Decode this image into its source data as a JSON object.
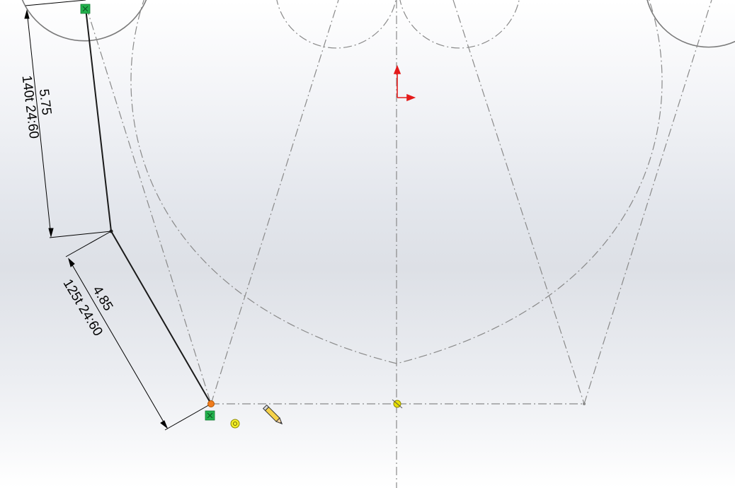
{
  "sketch": {
    "dimensions": [
      {
        "id": "upper",
        "value_label": "5.75",
        "tolerance_label": "140t 24:60"
      },
      {
        "id": "lower",
        "value_label": "4.85",
        "tolerance_label": "125t 24:60"
      }
    ],
    "colors": {
      "construction": "#8a8a8a",
      "geometry": "#1a1a1a",
      "origin_axis": "#e41b1b",
      "relation_badge": "#22b14c",
      "endpoint": "#f07c1e",
      "inference": "#e8e000"
    },
    "icons": [
      "pencil-icon",
      "coincident-relation-icon",
      "midpoint-relation-icon",
      "origin-icon"
    ]
  }
}
